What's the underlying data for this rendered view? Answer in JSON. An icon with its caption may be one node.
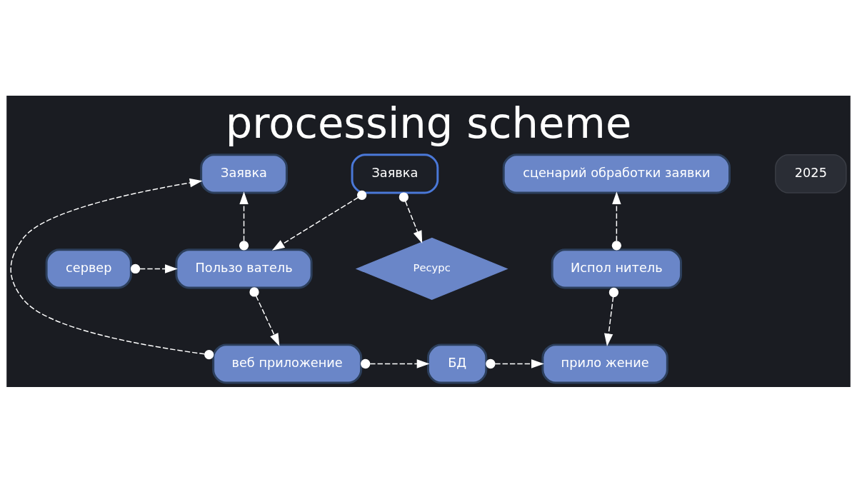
{
  "diagram": {
    "title": "processing scheme",
    "nodes": [
      {
        "text": [
          "Заявка"
        ]
      },
      {
        "text": [
          "Заявка"
        ]
      },
      {
        "text": [
          "сценарий обработки заявки"
        ]
      },
      {
        "text": [
          "Пользо ватель"
        ]
      },
      {
        "text": [
          "сервер"
        ]
      },
      {
        "text": [
          "Испол нитель"
        ]
      },
      {
        "text": [
          "Ресурс"
        ]
      },
      {
        "text": [
          "веб приложение"
        ]
      },
      {
        "text": [
          "БД"
        ]
      },
      {
        "text": [
          "прило жение"
        ]
      }
    ],
    "edges": [
      {
        "from": 3,
        "to": 0,
        "arrow": "to",
        "style": "dashed"
      },
      {
        "from": 1,
        "to": 3,
        "arrow": "to",
        "style": "dashed"
      },
      {
        "from": 1,
        "to": 6,
        "arrow": "to",
        "style": "dashed"
      },
      {
        "from": 4,
        "to": 3,
        "arrow": "to",
        "style": "dashed"
      },
      {
        "from": 5,
        "to": 2,
        "arrow": "to",
        "style": "dashed"
      },
      {
        "from": 5,
        "to": 9,
        "arrow": "to",
        "style": "dashed"
      },
      {
        "from": 3,
        "to": 7,
        "arrow": "to",
        "style": "dashed"
      },
      {
        "from": 7,
        "to": 0,
        "arrow": "to",
        "style": "dashed"
      },
      {
        "from": 7,
        "to": 8,
        "arrow": "to",
        "style": "dashed"
      },
      {
        "from": 8,
        "to": 9,
        "arrow": "to",
        "style": "dashed"
      }
    ],
    "labels": [
      "2025"
    ]
  }
}
